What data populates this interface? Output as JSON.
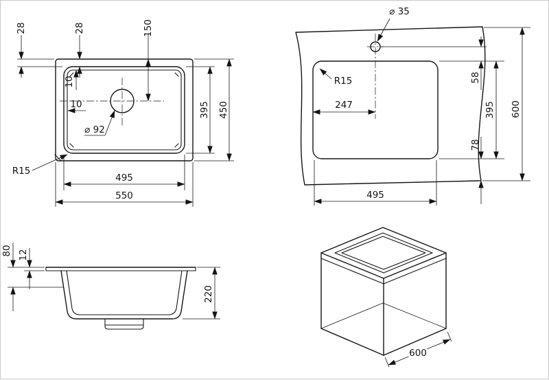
{
  "views": {
    "top": {
      "rim_left": "28",
      "rim_top": "28",
      "drain_from_top": "150",
      "inset_v": "10",
      "inset_h": "10",
      "bowl_depth": "395",
      "overall_depth": "450",
      "bowl_width": "495",
      "overall_width": "550",
      "corner_radius": "R15",
      "drain_dia": "⌀ 92"
    },
    "cutout": {
      "hole_dia": "⌀ 35",
      "corner_radius": "R15",
      "hole_off_x": "247",
      "hole_to_top": "58",
      "depth": "395",
      "bottom_gap": "78",
      "counter_depth": "600",
      "width": "495"
    },
    "side": {
      "rim_drop": "80",
      "flange": "12",
      "depth": "220"
    },
    "iso": {
      "cabinet_width": "600"
    }
  }
}
